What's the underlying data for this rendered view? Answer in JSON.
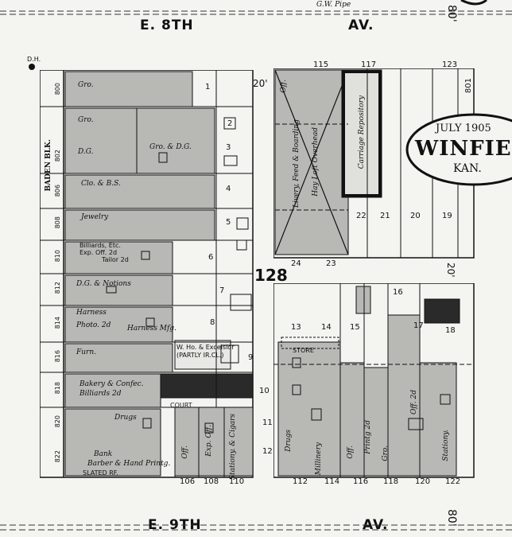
{
  "streets": {
    "top_left": "E. 8TH",
    "top_right": "AV.",
    "bottom_left": "E. 9TH",
    "bottom_right": "AV.",
    "right_top": "80'",
    "right_bottom": "80'",
    "pipe_label": "G.W. Pipe"
  },
  "stamp": {
    "date": "JULY 1905",
    "city": "WINFIEL",
    "state": "KAN."
  },
  "block_number": "128",
  "dims": {
    "top": "20'",
    "right": "20'"
  },
  "west_block": {
    "side_label": "BADEN BLK.",
    "marker": "D.H.",
    "addresses": [
      "800",
      "802",
      "806",
      "808",
      "810",
      "812",
      "814",
      "816",
      "818",
      "820",
      "822"
    ],
    "occupants": [
      {
        "label": "Gro."
      },
      {
        "label": "Gro."
      },
      {
        "label": "Gro. & D.G."
      },
      {
        "label": "D.G."
      },
      {
        "label": "Clo. & B.S."
      },
      {
        "label": "Jewelry"
      },
      {
        "label": "Billiards, Etc."
      },
      {
        "label": "Exp. Off. 2d"
      },
      {
        "label": "Tailor 2d"
      },
      {
        "label": "D.G. & Notions"
      },
      {
        "label": "Harness"
      },
      {
        "label": "Photo. 2d"
      },
      {
        "label": "Harness Mfg."
      },
      {
        "label": "Furn."
      },
      {
        "label": "W. Ho. & Excelsior (PARTLY IR.CL.)"
      },
      {
        "label": "Bakery & Confec."
      },
      {
        "label": "Billiards 2d"
      },
      {
        "label": "COURT"
      },
      {
        "label": "Drugs"
      },
      {
        "label": "Bank"
      },
      {
        "label": "Barber & Hand Printg."
      },
      {
        "label": "SLATED RF."
      },
      {
        "label": "Off."
      },
      {
        "label": "Exp. Off."
      },
      {
        "label": "Stationy. & Cigars"
      }
    ],
    "lot_numbers": [
      "1",
      "2",
      "3",
      "4",
      "5",
      "6",
      "7",
      "8",
      "9",
      "10",
      "11",
      "12"
    ],
    "bottom_addresses": [
      "106",
      "108",
      "110"
    ]
  },
  "east_block": {
    "top_numbers": [
      "115",
      "117",
      "123"
    ],
    "occupants": [
      {
        "label": "Livery, Feed & Boarding"
      },
      {
        "label": "Hay Loft Overhead"
      },
      {
        "label": "Off."
      },
      {
        "label": "Carriage Repository"
      }
    ],
    "lot_numbers": [
      "22",
      "21",
      "20",
      "19",
      "24",
      "23"
    ],
    "right_addresses": [
      "801"
    ],
    "lower_occupants": [
      {
        "label": "Drugs"
      },
      {
        "label": "Millinery"
      },
      {
        "label": "Off."
      },
      {
        "label": "Printg 2d"
      },
      {
        "label": "Gro."
      },
      {
        "label": "Off. 2d"
      },
      {
        "label": "Stationy."
      },
      {
        "label": "STORE"
      }
    ],
    "lower_lot_numbers": [
      "13",
      "14",
      "15",
      "16",
      "17",
      "18"
    ],
    "bottom_addresses": [
      "112",
      "114",
      "116",
      "118",
      "120",
      "122"
    ]
  }
}
